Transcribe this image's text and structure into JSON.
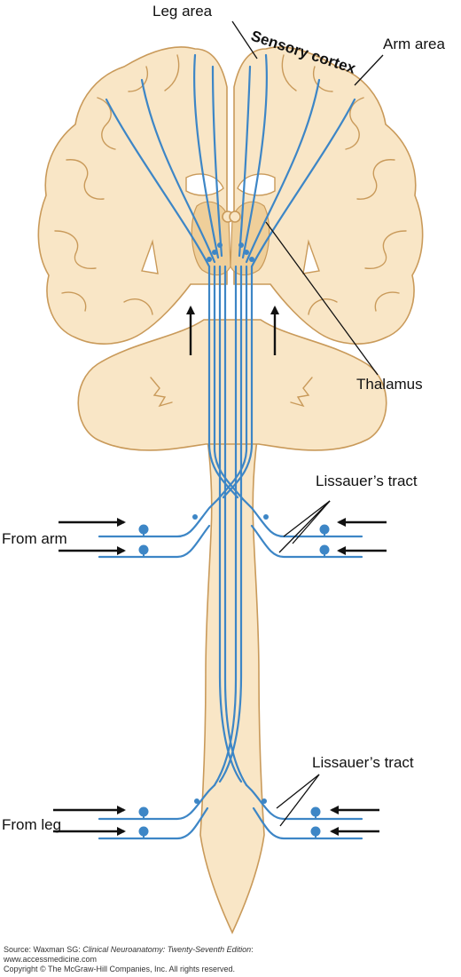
{
  "labels": {
    "leg_area": "Leg area",
    "sensory_cortex": "Sensory cortex",
    "arm_area": "Arm area",
    "thalamus": "Thalamus",
    "lissauer_upper": "Lissauer’s tract",
    "lissauer_lower": "Lissauer’s tract",
    "from_arm": "From arm",
    "from_leg": "From leg"
  },
  "footer": {
    "source_prefix": "Source: Waxman SG: ",
    "source_title": "Clinical Neuroanatomy: Twenty-Seventh Edition",
    "source_suffix": ":",
    "url": "www.accessmedicine.com",
    "copyright": "Copyright © The McGraw-Hill Companies, Inc. All rights reserved."
  },
  "colors": {
    "tissue": "#f9e6c6",
    "tissue_outline": "#c99a5a",
    "fiber": "#3d86c6",
    "arrow": "#111111"
  }
}
